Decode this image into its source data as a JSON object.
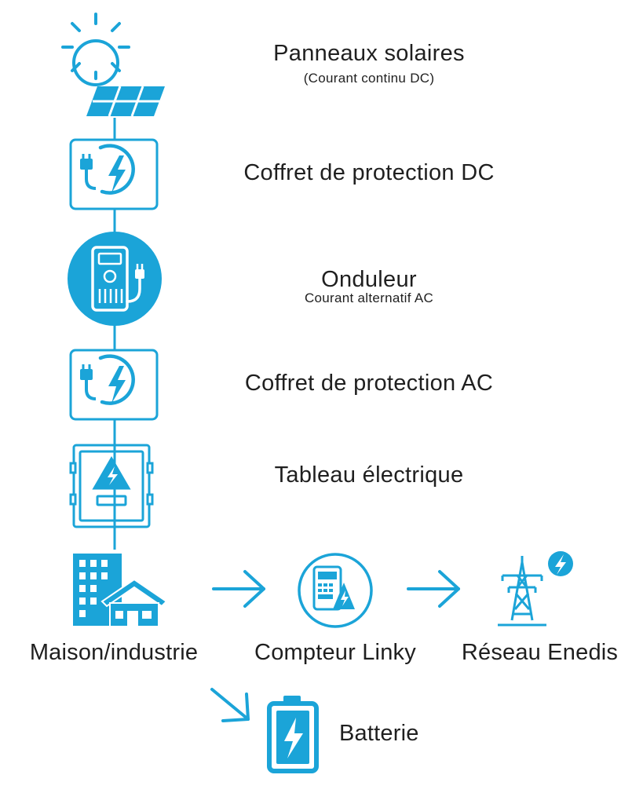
{
  "accent_color": "#1ba4d8",
  "steps": [
    {
      "title": "Panneaux solaires",
      "subtitle": "(Courant continu DC)",
      "icon": "solar-panel-icon"
    },
    {
      "title": "Coffret de protection DC",
      "icon": "dc-protection-box-icon"
    },
    {
      "title": "Onduleur",
      "subtitle": "Courant alternatif AC",
      "icon": "inverter-icon"
    },
    {
      "title": "Coffret de protection AC",
      "icon": "ac-protection-box-icon"
    },
    {
      "title": "Tableau électrique",
      "icon": "electrical-panel-icon"
    }
  ],
  "bottom_row": [
    {
      "label": "Maison/industrie",
      "icon": "house-building-icon"
    },
    {
      "label": "Compteur Linky",
      "icon": "meter-icon"
    },
    {
      "label": "Réseau Enedis",
      "icon": "power-pylon-icon"
    }
  ],
  "battery": {
    "label": "Batterie",
    "icon": "battery-icon"
  }
}
